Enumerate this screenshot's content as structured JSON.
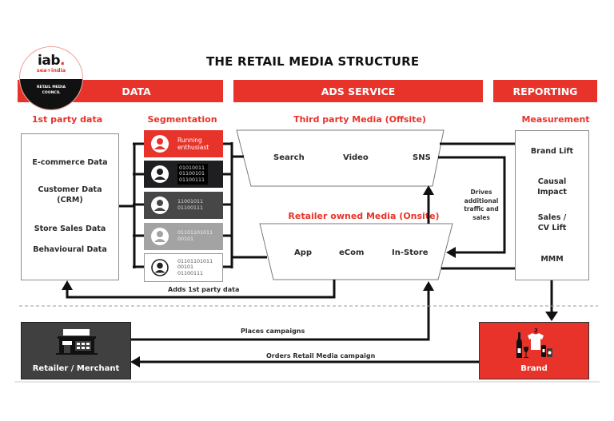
{
  "logo": {
    "brand": "iab",
    "region": "sea+india",
    "council_line1": "RETAIL MEDIA",
    "council_line2": "COUNCIL"
  },
  "title": "THE RETAIL MEDIA STRUCTURE",
  "bands": {
    "data": "DATA",
    "ads_service": "ADS SERVICE",
    "reporting": "REPORTING"
  },
  "colors": {
    "accent": "#e8332a",
    "dark": "#3d3d3d",
    "black": "#1c1c1e"
  },
  "first_party": {
    "heading": "1st party data",
    "items": [
      "E-commerce Data",
      "Customer Data",
      "(CRM)",
      "Store Sales Data",
      "Behavioural Data"
    ]
  },
  "segmentation": {
    "heading": "Segmentation",
    "segments": [
      {
        "line1": "Running",
        "line2": "enthusiast",
        "line3": ""
      },
      {
        "line1": "01010011",
        "line2": "01100101",
        "line3": "01100111"
      },
      {
        "line1": "11001011",
        "line2": "01100111",
        "line3": ""
      },
      {
        "line1": "01101101011",
        "line2": "00101",
        "line3": ""
      },
      {
        "line1": "01101101011",
        "line2": "00101",
        "line3": "01100111"
      }
    ]
  },
  "offsite": {
    "heading": "Third party Media (Offsite)",
    "items": [
      "Search",
      "Video",
      "SNS"
    ]
  },
  "onsite": {
    "heading": "Retailer owned Media (Onsite)",
    "items": [
      "App",
      "eCom",
      "In-Store"
    ]
  },
  "drives_note": [
    "Drives",
    "additional",
    "traffic and",
    "sales"
  ],
  "measurement": {
    "heading": "Measurement",
    "items": [
      "Brand Lift",
      "Causal",
      "Impact",
      "Sales /",
      "CV Lift",
      "MMM"
    ]
  },
  "flows": {
    "adds_first_party": "Adds 1st party data",
    "places_campaigns": "Places campaigns",
    "orders_campaign": "Orders Retail Media campaign"
  },
  "actors": {
    "retailer": "Retailer / Merchant",
    "brand": "Brand",
    "brand_icon_badge": "2"
  }
}
